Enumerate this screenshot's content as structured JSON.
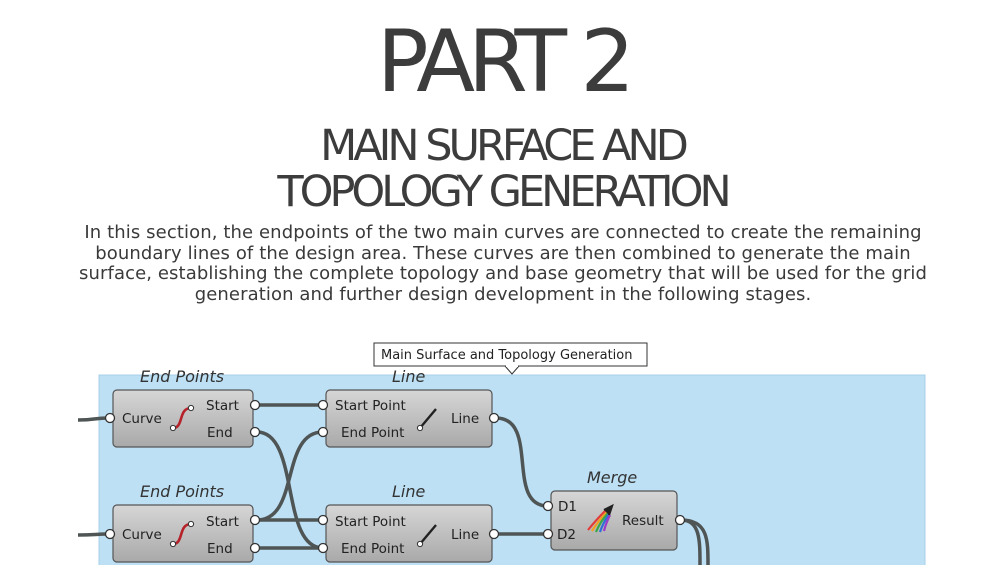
{
  "title": "PART 2",
  "subtitle_line1": "MAIN SURFACE AND",
  "subtitle_line2": "TOPOLOGY GENERATION",
  "description": "In this section, the endpoints of the two main curves are connected to create the remaining boundary lines of the design area. These curves are then combined to generate the main surface, establishing the complete topology and base geometry that will be used for the grid generation and further design development in the following stages.",
  "diagram": {
    "group_label": "Main Surface and Topology Generation",
    "group_color": "#bde0f5",
    "components": {
      "endpoints1": {
        "title": "End Points",
        "input": "Curve",
        "out1": "Start",
        "out2": "End"
      },
      "endpoints2": {
        "title": "End Points",
        "input": "Curve",
        "out1": "Start",
        "out2": "End"
      },
      "line1": {
        "title": "Line",
        "in1": "Start Point",
        "in2": "End Point",
        "output": "Line"
      },
      "line2": {
        "title": "Line",
        "in1": "Start Point",
        "in2": "End Point",
        "output": "Line"
      },
      "merge": {
        "title": "Merge",
        "in1": "D1",
        "in2": "D2",
        "output": "Result"
      }
    }
  }
}
